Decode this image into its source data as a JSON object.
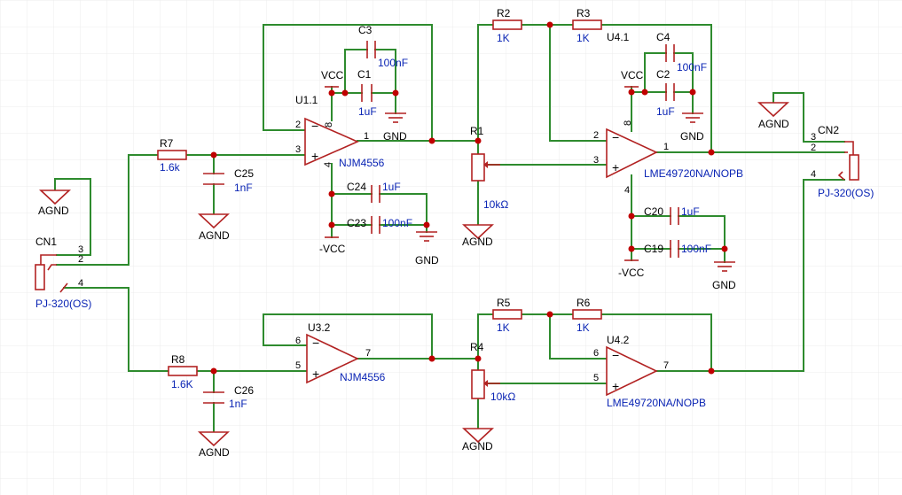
{
  "labels": {
    "R7": "R7",
    "R7_val": "1.6k",
    "R8": "R8",
    "R8_val": "1.6K",
    "C25": "C25",
    "C25_val": "1nF",
    "C26": "C26",
    "C26_val": "1nF",
    "U11": "U1.1",
    "U11_part": "NJM4556",
    "U32": "U3.2",
    "U32_part": "NJM4556",
    "C3": "C3",
    "C3_val": "100nF",
    "C1": "C1",
    "C1_val": "1uF",
    "C24": "C24",
    "C24_val": "1uF",
    "C23": "C23",
    "C23_val": "100nF",
    "R1": "R1",
    "R1_val": "10kΩ",
    "R4": "R4",
    "R4_val": "10kΩ",
    "R2": "R2",
    "R2_val": "1K",
    "R3": "R3",
    "R3_val": "1K",
    "R5": "R5",
    "R5_val": "1K",
    "R6": "R6",
    "R6_val": "1K",
    "U41": "U4.1",
    "U41_part": "LME49720NA/NOPB",
    "U42": "U4.2",
    "U42_part": "LME49720NA/NOPB",
    "C4": "C4",
    "C4_val": "100nF",
    "C2": "C2",
    "C2_val": "1uF",
    "C20": "C20",
    "C20_val": "1uF",
    "C19": "C19",
    "C19_val": "100nF",
    "CN1": "CN1",
    "CN1_part": "PJ-320(OS)",
    "CN2": "CN2",
    "CN2_part": "PJ-320(OS)",
    "vcc": "VCC",
    "nvcc": "-VCC",
    "gnd": "GND",
    "agnd": "AGND",
    "plus": "+",
    "minus": "−",
    "p1": "1",
    "p2": "2",
    "p3": "3",
    "p4": "4",
    "p5": "5",
    "p6": "6",
    "p7": "7",
    "p8": "8"
  }
}
